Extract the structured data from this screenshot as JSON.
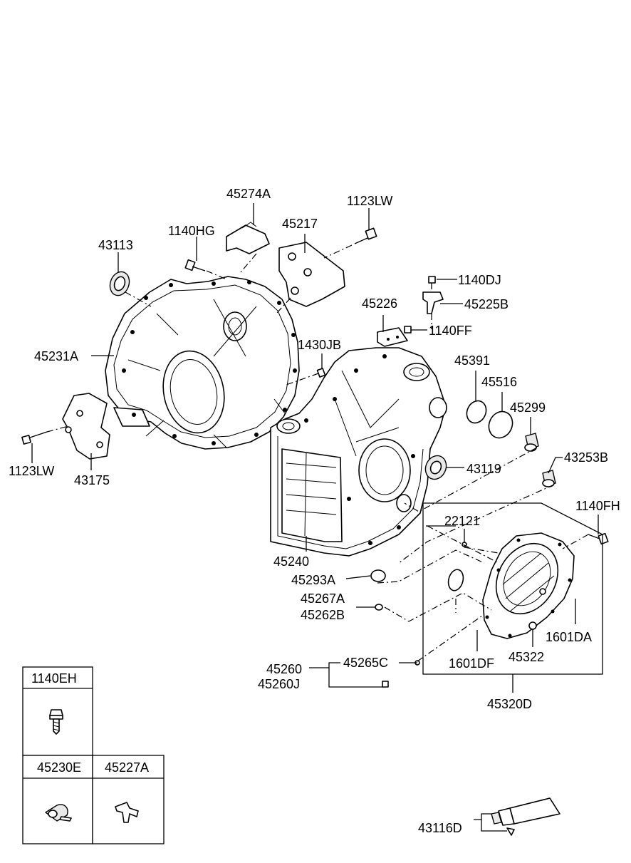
{
  "parts": {
    "p45274A": "45274A",
    "p1123LW_top": "1123LW",
    "p45217": "45217",
    "p1140HG": "1140HG",
    "p43113": "43113",
    "p1140DJ": "1140DJ",
    "p45225B": "45225B",
    "p45226": "45226",
    "p1140FF": "1140FF",
    "p1430JB": "1430JB",
    "p45231A": "45231A",
    "p45391": "45391",
    "p45516": "45516",
    "p45299": "45299",
    "p1123LW_left": "1123LW",
    "p43175": "43175",
    "p43253B": "43253B",
    "p43119": "43119",
    "p1140FH": "1140FH",
    "p22121": "22121",
    "p45240": "45240",
    "p45293A": "45293A",
    "p45267A": "45267A",
    "p45262B": "45262B",
    "p1601DA": "1601DA",
    "p45265C": "45265C",
    "p1601DF": "1601DF",
    "p45322": "45322",
    "p45260": "45260",
    "p45260J": "45260J",
    "p45320D": "45320D",
    "p43116D": "43116D"
  },
  "legend": {
    "p1140EH": "1140EH",
    "p45230E": "45230E",
    "p45227A": "45227A"
  }
}
